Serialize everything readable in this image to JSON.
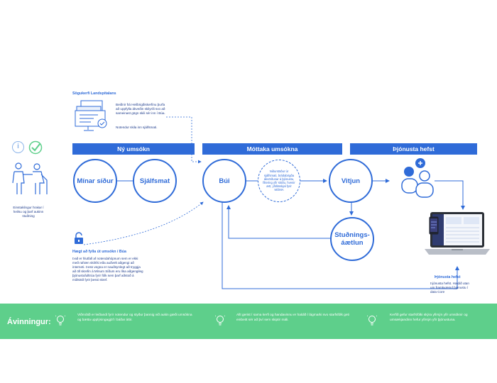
{
  "sections": {
    "new_application": "Ný umsókn",
    "receiving": "Móttaka umsókna",
    "service_starts": "Þjónusta hefst"
  },
  "nodes": {
    "minar_sidur": "Mínar síður",
    "sjalfsmat": "Sjálfsmat",
    "bui": "Búi",
    "vitjun": "Vitjun",
    "studningsaetlun_1": "Stuðnings-",
    "studningsaetlun_2": "áætlun"
  },
  "source_system": {
    "title": "Sögukerfi Landspítalans",
    "text1": "Beiðnir frá Heilbrigðiskerfinu þurfa að uppfylla ákveðin skilyrði svo að sameinast gögn skili sér inn í Búa.",
    "text2": "Notendur skila inn sjálfsmati."
  },
  "individual": {
    "text": "Einstaklingur hrakar í heilsu og þarf aukinn stuðning"
  },
  "fillout": {
    "title": "Hægt að fylla út umsókn í Búa",
    "text": "Það er hlutfall af notendahópnum sem er ekki með rafræn skilríki eða auðvelt aðgengi að interneti. Þess vegna er nauðsynlegt að tryggja að öll skrefin á Mínum Síðum eru líka aðgengileg þjónustufulltrúa fyrir fólk sem þarf aðstoð á miðstöð fyrir þessi skref."
  },
  "bui_note": "Niðurstöður úr sjálfsmati, bráðabirgða ákvörðunar á þjónustu, filtering yfir stöðu, hvenir ætt, yfirlitsskjal fyrir MÓMA",
  "service_note": {
    "title": "Þjónusta hefst",
    "text": "Þjónusta hefst. Haldið utan um framkvæmd þjónustu í data Core"
  },
  "benefits": {
    "title": "Ávinningur:",
    "items": [
      "Viðmótið er leiðandi fyrir notendur og styður þannig við aukin gæði umsókna og bætta upplýsingagjöf í báðar áttir.",
      "Allt gerist í sama kerfi og handavinnu er haldið í lágmarki svo starfsfólk geti einbeitt sér að því sem skiptir máli.",
      "Kerfið gefur starfsfólki skýra yfirsýn yfir umsóknir og umsækjandinn hefur yfirsýn yfir þjónustuna."
    ]
  },
  "colors": {
    "primary": "#2f6bd8",
    "dark": "#1d3b8b",
    "green": "#5ecf8b"
  }
}
